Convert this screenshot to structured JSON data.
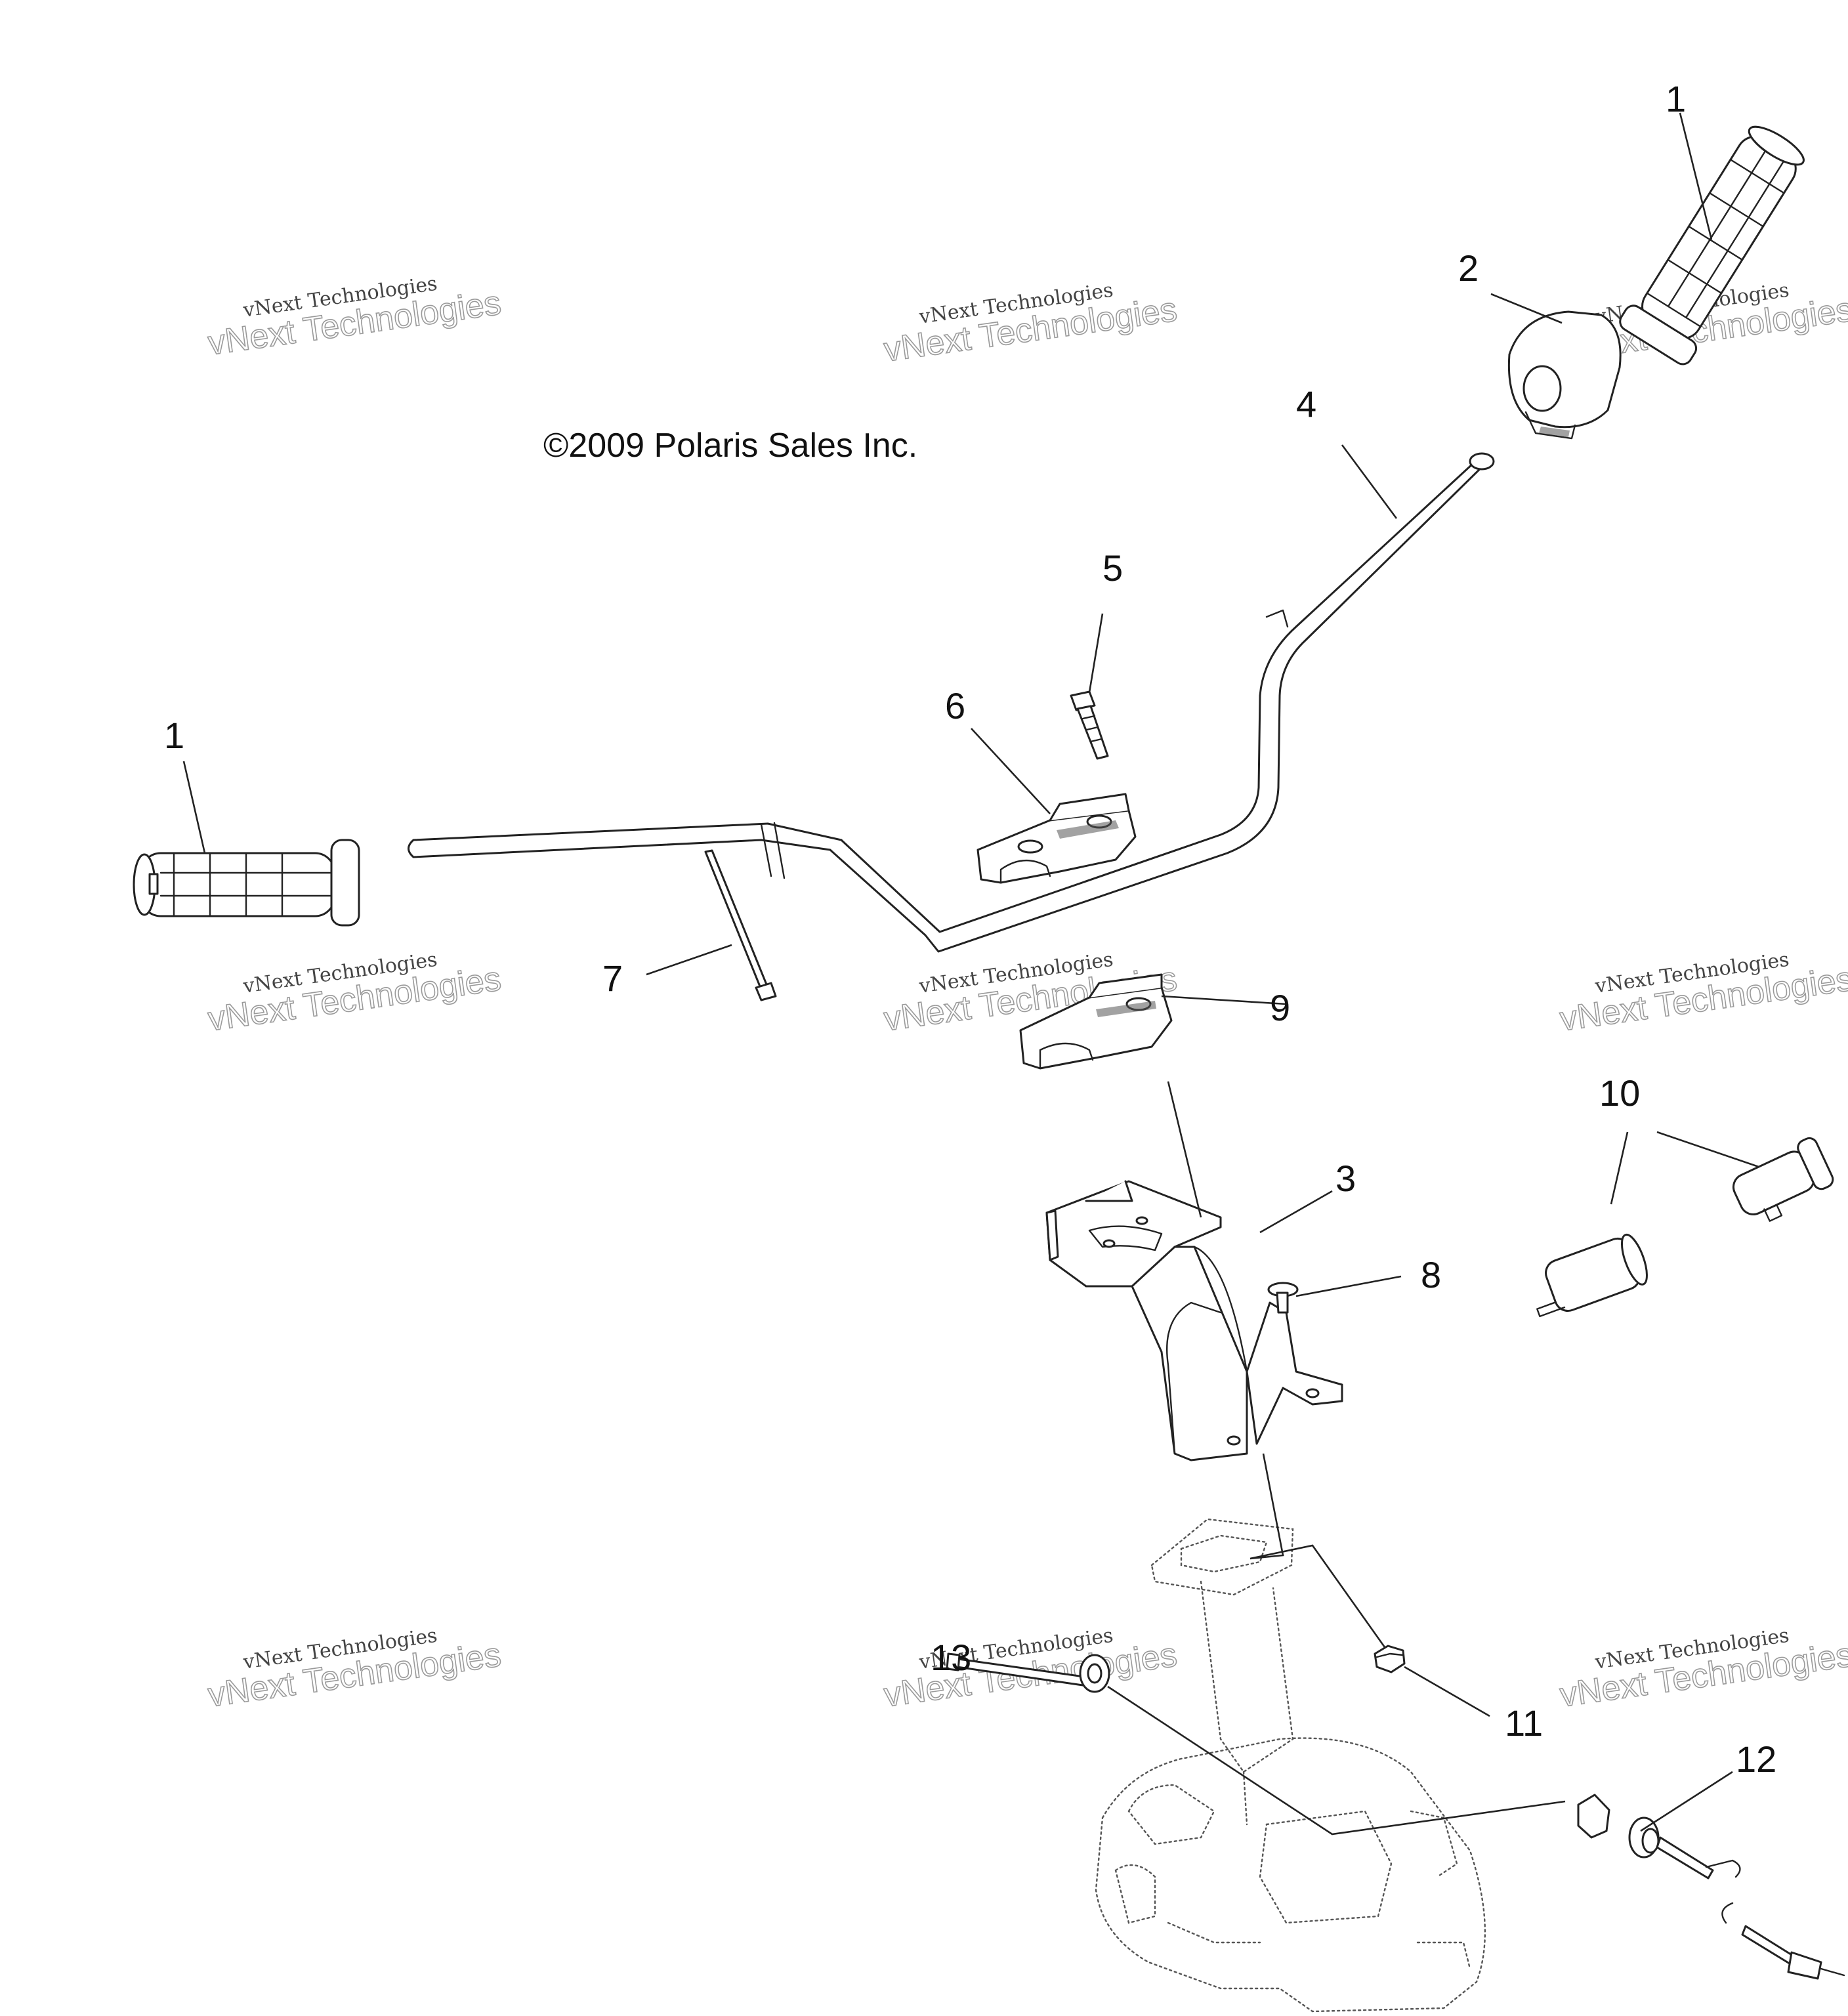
{
  "copyright": "©2009 Polaris Sales Inc.",
  "watermark": {
    "line1": "vNext Technologies",
    "line2": "vNext Technologies"
  },
  "callouts": [
    "1",
    "2",
    "4",
    "5",
    "6",
    "1",
    "7",
    "9",
    "10",
    "3",
    "8",
    "11",
    "12",
    "13"
  ],
  "colors": {
    "line": "#222222",
    "background": "#ffffff",
    "watermark": "#9a9a9a"
  }
}
